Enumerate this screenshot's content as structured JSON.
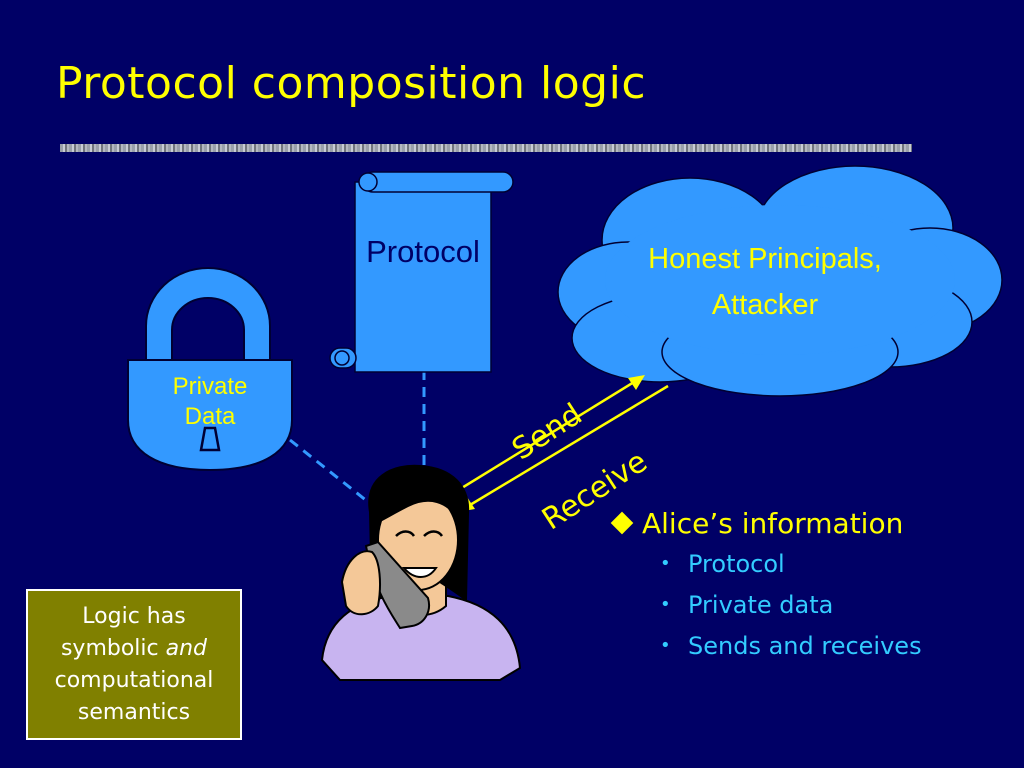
{
  "slide": {
    "title": "Protocol composition logic"
  },
  "diagram": {
    "protocol_label": "Protocol",
    "cloud_line1": "Honest Principals,",
    "cloud_line2": "Attacker",
    "lock_line1": "Private",
    "lock_line2": "Data",
    "send_label": "Send",
    "receive_label": "Receive"
  },
  "info": {
    "heading": "Alice’s information",
    "items": [
      "Protocol",
      "Private data",
      "Sends and receives"
    ]
  },
  "note": {
    "line1": "Logic has",
    "line2_prefix": "symbolic ",
    "line2_emph": "and",
    "line3": "computational",
    "line4": "semantics"
  },
  "colors": {
    "background": "#000066",
    "title": "#ffff00",
    "shape_fill": "#3399ff",
    "bullet_text": "#33ccff",
    "note_box": "#808000"
  }
}
